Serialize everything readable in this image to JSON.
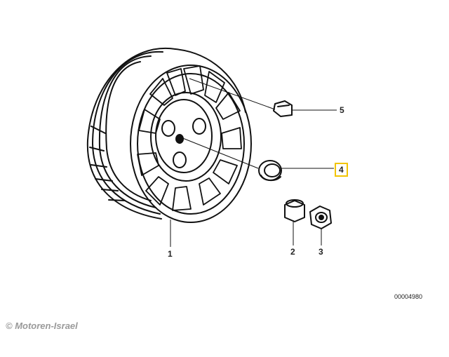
{
  "diagram": {
    "callouts": [
      {
        "number": "1"
      },
      {
        "number": "2"
      },
      {
        "number": "3"
      },
      {
        "number": "4"
      },
      {
        "number": "5"
      }
    ],
    "drawing_number": "00004980",
    "copyright": "© Motoren-Israel",
    "highlight_color": "#f2c400"
  }
}
